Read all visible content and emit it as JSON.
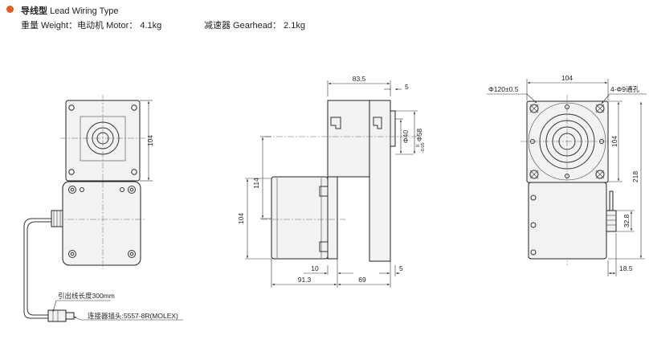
{
  "header": {
    "bullet_color": "#e05a1c",
    "title_cn": "导线型",
    "title_en": "Lead Wiring Type",
    "weight_motor": "重量 Weight：电动机 Motor： 4.1kg",
    "weight_gearhead": "减速器 Gearhead： 2.1kg"
  },
  "front_view": {
    "dim_gear_height": "104",
    "lead_length": "引出线长度300mm",
    "connector": "连接器插头:5557-8R(MOLEX)"
  },
  "side_view": {
    "dim_top_length": "83.5",
    "dim_flange": "5",
    "dim_shaft_dia": "Φ40",
    "dim_pilot_dia": "Φ58",
    "dim_pilot_tol_upper": "0",
    "dim_pilot_tol_lower": "-0.05",
    "dim_motor_height": "114",
    "dim_left_height": "104",
    "dim_flange_thick": "10",
    "dim_flange_right": "5",
    "dim_motor_length": "91.3",
    "dim_gear_length": "69"
  },
  "right_view": {
    "dim_width": "104",
    "dim_pcd": "Φ120±0.5",
    "dim_holes": "4-Φ9通孔",
    "dim_flange_height": "104",
    "dim_total_height": "218",
    "dim_connector_height": "32.8",
    "dim_connector_depth": "18.5"
  }
}
